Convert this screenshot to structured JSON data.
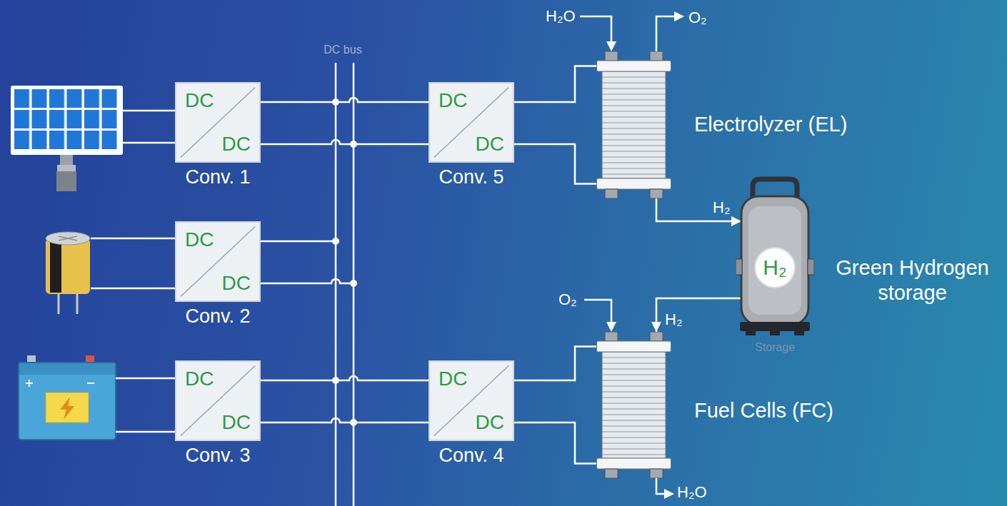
{
  "diagram": {
    "nodes": [
      {
        "text": [
          "DC",
          "DC",
          "Conv. 1"
        ]
      },
      {
        "text": [
          "DC",
          "DC",
          "Conv. 2"
        ]
      },
      {
        "text": [
          "DC",
          "DC",
          "Conv. 3"
        ]
      },
      {
        "text": [
          "DC bus"
        ]
      },
      {
        "text": [
          "DC",
          "DC",
          "Conv. 5"
        ]
      },
      {
        "text": [
          "DC",
          "DC",
          "Conv. 4"
        ]
      },
      {
        "text": [
          "Electrolyzer (EL)"
        ]
      },
      {
        "text": [
          "H₂",
          "Green Hydrogen storage",
          "Storage"
        ]
      },
      {
        "text": [
          "Fuel Cells (FC)"
        ]
      }
    ],
    "edges": [
      {
        "from": 0,
        "to": 3,
        "arrow": "none"
      },
      {
        "from": 1,
        "to": 3,
        "arrow": "none"
      },
      {
        "from": 2,
        "to": 3,
        "arrow": "none"
      },
      {
        "from": 3,
        "to": 4,
        "arrow": "none"
      },
      {
        "from": 3,
        "to": 5,
        "arrow": "none"
      },
      {
        "from": 4,
        "to": 6,
        "arrow": "none"
      },
      {
        "from": 5,
        "to": 8,
        "arrow": "none"
      },
      {
        "from": 6,
        "to": 7,
        "arrow": "to",
        "label": "H₂"
      },
      {
        "from": 7,
        "to": 8,
        "arrow": "to",
        "label": "H₂"
      }
    ],
    "labels": [
      "H₂O",
      "O₂",
      "O₂",
      "H₂O"
    ]
  }
}
